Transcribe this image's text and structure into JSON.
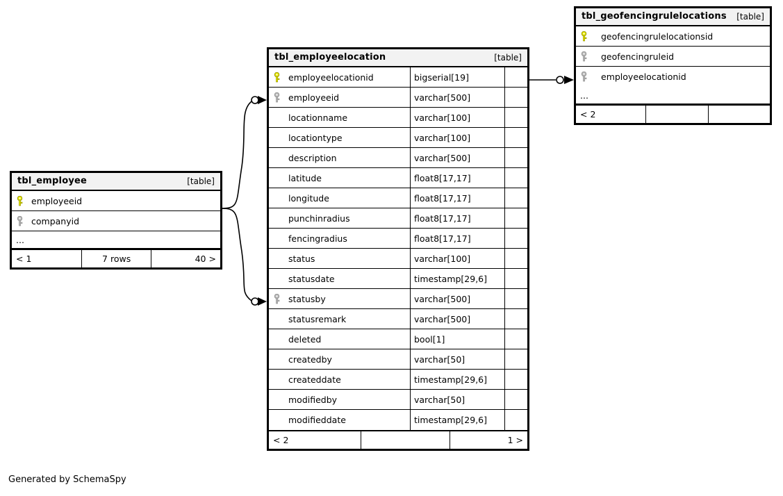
{
  "diagram": {
    "caption": "Generated by SchemaSpy",
    "table_tag": "[table]",
    "ellipsis": "...",
    "colors": {
      "primary_key": "#e8e800",
      "foreign_key": "#b0b0b0",
      "border": "#000000",
      "header_bg": "#f2f2f2",
      "background": "#ffffff"
    }
  },
  "tables": {
    "employee": {
      "name": "tbl_employee",
      "tag": "[table]",
      "columns": [
        {
          "name": "employeeid",
          "type": "",
          "key": "primary"
        },
        {
          "name": "companyid",
          "type": "",
          "key": "foreign"
        }
      ],
      "more": "...",
      "footer": {
        "left": "< 1",
        "center": "7 rows",
        "right": "40 >"
      }
    },
    "employeelocation": {
      "name": "tbl_employeelocation",
      "tag": "[table]",
      "columns": [
        {
          "name": "employeelocationid",
          "type": "bigserial[19]",
          "key": "primary"
        },
        {
          "name": "employeeid",
          "type": "varchar[500]",
          "key": "foreign"
        },
        {
          "name": "locationname",
          "type": "varchar[100]",
          "key": "none"
        },
        {
          "name": "locationtype",
          "type": "varchar[100]",
          "key": "none"
        },
        {
          "name": "description",
          "type": "varchar[500]",
          "key": "none"
        },
        {
          "name": "latitude",
          "type": "float8[17,17]",
          "key": "none"
        },
        {
          "name": "longitude",
          "type": "float8[17,17]",
          "key": "none"
        },
        {
          "name": "punchinradius",
          "type": "float8[17,17]",
          "key": "none"
        },
        {
          "name": "fencingradius",
          "type": "float8[17,17]",
          "key": "none"
        },
        {
          "name": "status",
          "type": "varchar[100]",
          "key": "none"
        },
        {
          "name": "statusdate",
          "type": "timestamp[29,6]",
          "key": "none"
        },
        {
          "name": "statusby",
          "type": "varchar[500]",
          "key": "foreign"
        },
        {
          "name": "statusremark",
          "type": "varchar[500]",
          "key": "none"
        },
        {
          "name": "deleted",
          "type": "bool[1]",
          "key": "none"
        },
        {
          "name": "createdby",
          "type": "varchar[50]",
          "key": "none"
        },
        {
          "name": "createddate",
          "type": "timestamp[29,6]",
          "key": "none"
        },
        {
          "name": "modifiedby",
          "type": "varchar[50]",
          "key": "none"
        },
        {
          "name": "modifieddate",
          "type": "timestamp[29,6]",
          "key": "none"
        }
      ],
      "footer": {
        "left": "< 2",
        "center": "",
        "right": "1 >"
      }
    },
    "geofencingrulelocations": {
      "name": "tbl_geofencingrulelocations",
      "tag": "[table]",
      "columns": [
        {
          "name": "geofencingrulelocationsid",
          "type": "",
          "key": "primary"
        },
        {
          "name": "geofencingruleid",
          "type": "",
          "key": "foreign"
        },
        {
          "name": "employeelocationid",
          "type": "",
          "key": "foreign"
        }
      ],
      "more": "...",
      "footer": {
        "left": "< 2",
        "center": "",
        "right": ""
      }
    }
  },
  "relationships": [
    {
      "from": "tbl_employee.employeeid",
      "to": "tbl_employeelocation.employeeid"
    },
    {
      "from": "tbl_employee.employeeid",
      "to": "tbl_employeelocation.statusby"
    },
    {
      "from": "tbl_employeelocation.employeelocationid",
      "to": "tbl_geofencingrulelocations.employeelocationid"
    }
  ]
}
